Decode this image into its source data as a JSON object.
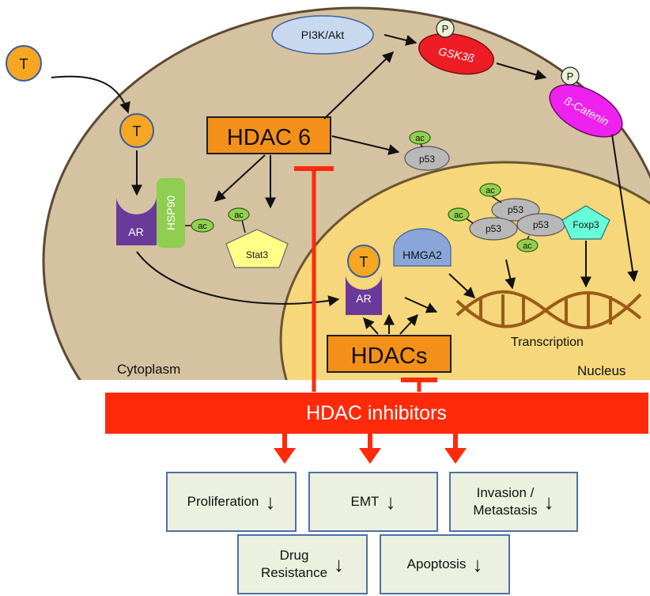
{
  "compartments": {
    "cytoplasm": "Cytoplasm",
    "nucleus": "Nucleus"
  },
  "molecules": {
    "t_outside": "T",
    "t_cyto": "T",
    "t_nuclear": "T",
    "ar_cyto": "AR",
    "ar_nuclear": "AR",
    "hsp90": "HSP90",
    "ac": "ac",
    "stat3": "Stat3",
    "pi3k": "PI3K/Akt",
    "gsk3b": "GSK3ß",
    "beta_catenin": "ß-Catenin",
    "phospho": "P",
    "p53": "p53",
    "foxp3": "Foxp3",
    "hmga2": "HMGA2",
    "hdac6": "HDAC 6",
    "hdacs": "HDACs",
    "transcription": "Transcription"
  },
  "inhibitor_bar": "HDAC inhibitors",
  "outcomes": [
    {
      "label": "Proliferation",
      "arrow": "↓"
    },
    {
      "label": "EMT",
      "arrow": "↓"
    },
    {
      "label": "Invasion / Metastasis",
      "line1": "Invasion /",
      "line2": "Metastasis",
      "arrow": "↓"
    },
    {
      "label": "Drug Resistance",
      "line1": "Drug",
      "line2": "Resistance",
      "arrow": "↓"
    },
    {
      "label": "Apoptosis",
      "arrow": "↓"
    }
  ],
  "colors": {
    "cell": "#d5c2a1",
    "nucleus": "#f6d77b",
    "testosterone": "#f5a623",
    "hdac_box": "#f39019",
    "inhibitor": "#ff2a0a",
    "ar": "#6a3a98",
    "hsp90": "#8fce50",
    "ac": "#92d050",
    "stat3": "#ffff88",
    "pi3k": "#c8d9ef",
    "gsk3b": "#ee1c24",
    "beta_catenin": "#ee22ee",
    "p53": "#b8b8b8",
    "foxp3": "#66ffd9",
    "hmga2": "#8aa6d8",
    "dna": "#9a5b18",
    "outcome_box": "#ebf1de"
  }
}
